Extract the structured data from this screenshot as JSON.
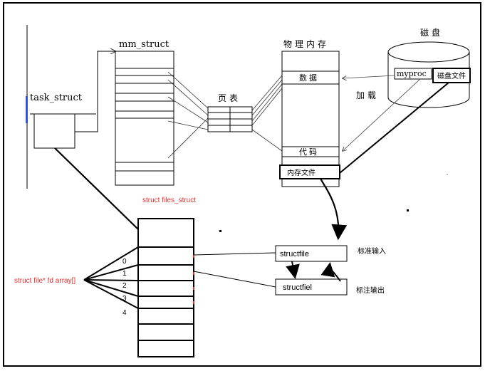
{
  "labels": {
    "task_struct": "task_struct",
    "mm_struct": "mm_struct",
    "page_table": "页表",
    "physical_memory": "物理内存",
    "disk": "磁盘",
    "myproc": "myproc",
    "disk_file": "磁盘文件",
    "load": "加载",
    "data": "数据",
    "code": "代码",
    "memory_file": "内存文件",
    "files_struct": "struct files_struct",
    "fd_array": "struct file* fd array[]",
    "structfile_1": "structfile",
    "structfile_2": "structfiel",
    "stdin": "标准输入",
    "stdout": "标注输出"
  },
  "fd_indices": [
    "0",
    "1",
    "2",
    "3",
    "4"
  ],
  "colors": {
    "line": "#000000",
    "red_label": "#e03030",
    "accent_blue": "#3355cc",
    "arrow_gray": "#444444"
  }
}
